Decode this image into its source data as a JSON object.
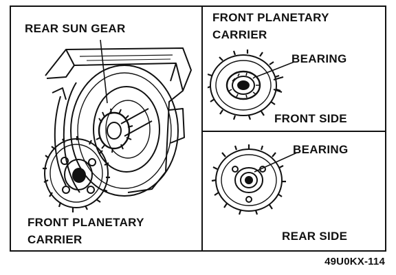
{
  "labels": {
    "rear_sun_gear": "REAR SUN GEAR",
    "front_planetary_carrier_top_1": "FRONT PLANETARY",
    "front_planetary_carrier_top_2": "CARRIER",
    "bearing_front": "BEARING",
    "front_side": "FRONT SIDE",
    "bearing_rear": "BEARING",
    "rear_side": "REAR SIDE",
    "front_planetary_carrier_left_1": "FRONT PLANETARY",
    "front_planetary_carrier_left_2": "CARRIER"
  },
  "figure_code": "49U0KX-114"
}
